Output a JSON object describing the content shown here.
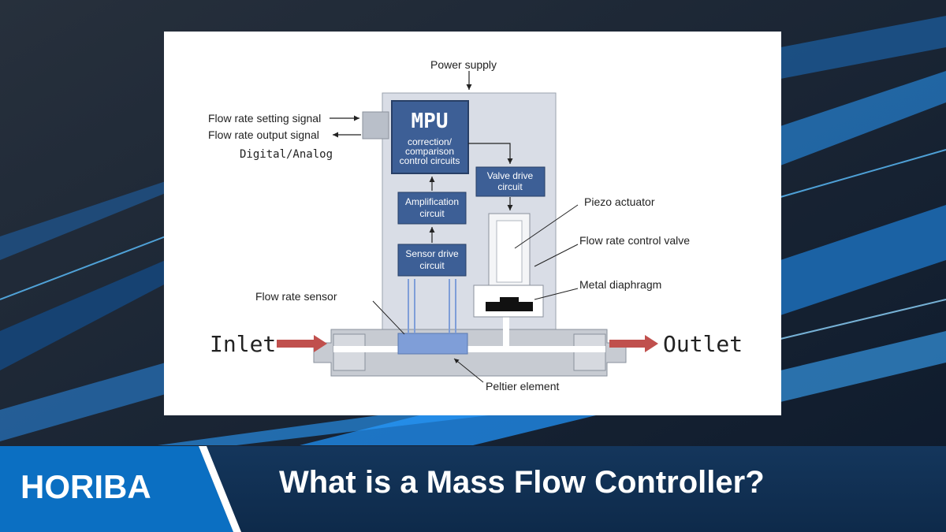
{
  "brand": {
    "name": "HORIBA",
    "color": "#0b6fc2"
  },
  "headline": "What is a Mass Flow Controller?",
  "diagram": {
    "power_supply": "Power supply",
    "flow_setting": "Flow rate setting signal",
    "flow_output": "Flow rate output signal",
    "digital_analog": "Digital/Analog",
    "mpu_title": "MPU",
    "mpu_line1": "correction/",
    "mpu_line2": "comparison",
    "mpu_line3": "control circuits",
    "valve_drive_1": "Valve drive",
    "valve_drive_2": "circuit",
    "amp_1": "Amplification",
    "amp_2": "circuit",
    "sensor_drive_1": "Sensor drive",
    "sensor_drive_2": "circuit",
    "piezo": "Piezo actuator",
    "control_valve": "Flow rate control valve",
    "metal_diaphragm": "Metal diaphragm",
    "flow_sensor": "Flow rate sensor",
    "inlet": "Inlet",
    "outlet": "Outlet",
    "peltier": "Peltier element"
  },
  "colors": {
    "box_blue": "#3d5f96",
    "housing": "#d9dde6",
    "sensor": "#7f9ed8",
    "arrow_red": "#c0504d"
  }
}
